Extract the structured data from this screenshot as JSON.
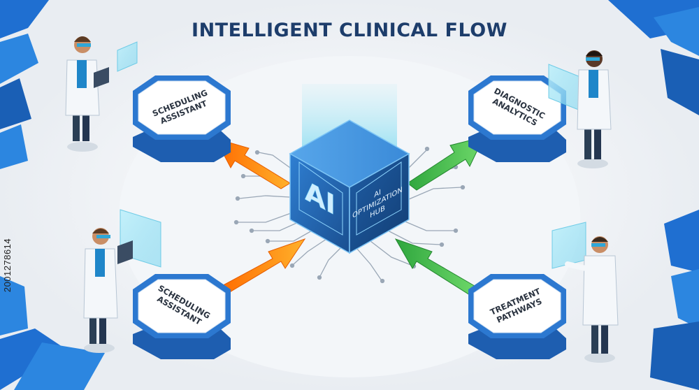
{
  "title": "INTELLIGENT CLINICAL FLOW",
  "hub": {
    "badge": "AI",
    "line1": "AI",
    "line2": "OPTIMIZATION",
    "line3": "HUB"
  },
  "nodes": {
    "top_left": {
      "line1": "SCHEDULING",
      "line2": "ASSISTANT"
    },
    "top_right": {
      "line1": "DIAGNOSTIC",
      "line2": "ANALYTICS"
    },
    "bottom_left": {
      "line1": "SCHEDULING",
      "line2": "ASSISTANT"
    },
    "bottom_right": {
      "line1": "TREATMENT",
      "line2": "PATHWAYS"
    }
  },
  "stock_id": "2001278614",
  "colors": {
    "title": "#1d3d6b",
    "hub_dark": "#1b4f8c",
    "hub_light": "#3c8ad6",
    "node_blue": "#2c6fc0",
    "arrow_orange": "#f28a1e",
    "arrow_green": "#3fb84a",
    "accent_blue": "#1e73c9"
  }
}
